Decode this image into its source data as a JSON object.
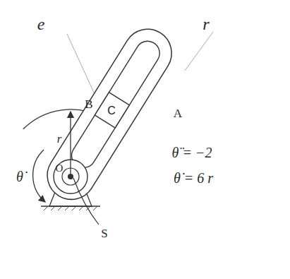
{
  "diagram": {
    "nodes": [
      {
        "text": [
          "C"
        ]
      }
    ],
    "labels": [
      "e",
      "r",
      "B",
      "A",
      "r",
      "θ̇",
      "O",
      "S",
      "θ̈ = −2",
      "θ̇ = 6 r"
    ]
  }
}
